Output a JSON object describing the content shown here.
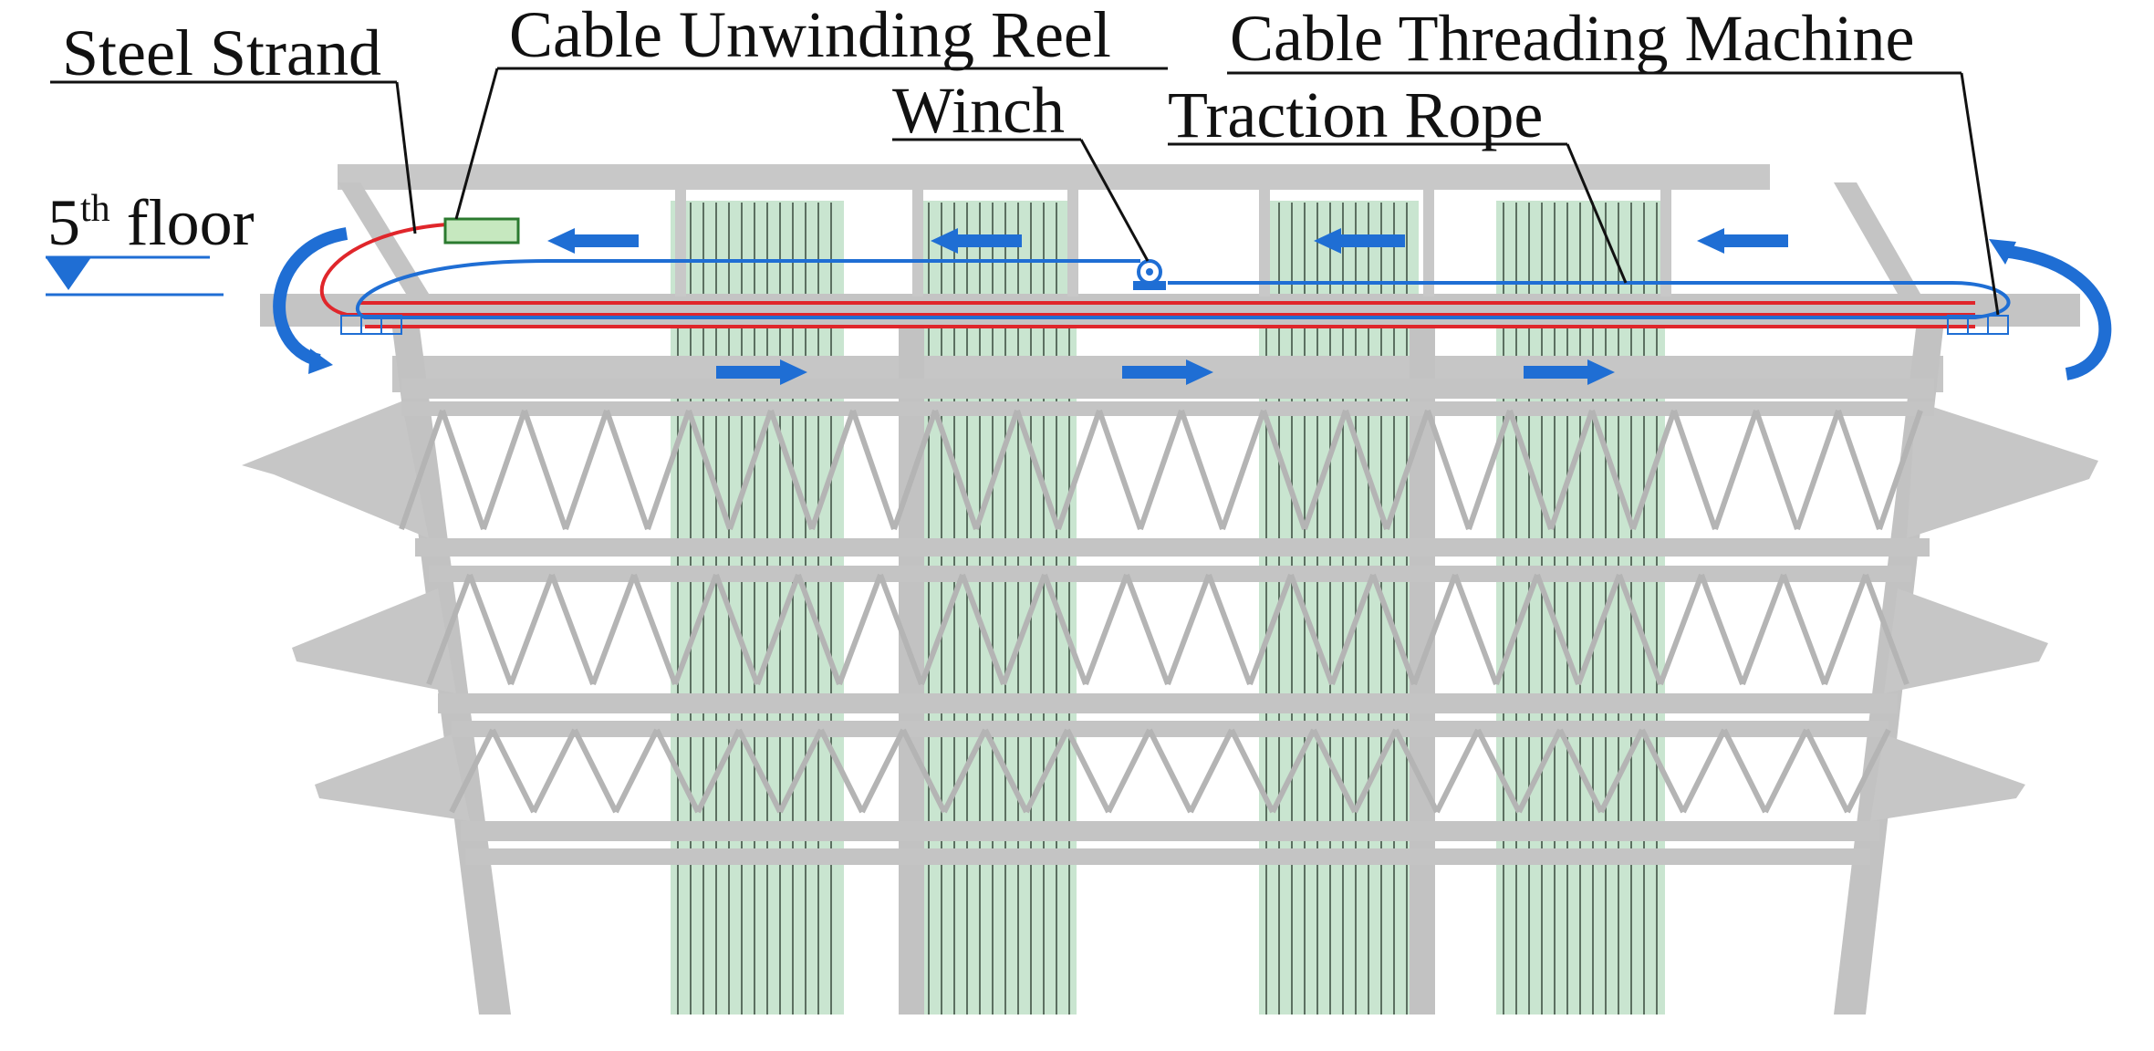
{
  "labels": {
    "steel_strand": "Steel Strand",
    "cable_unwinding_reel": "Cable Unwinding Reel",
    "cable_threading_machine": "Cable Threading Machine",
    "winch": "Winch",
    "traction_rope": "Traction Rope",
    "floor_number": "5",
    "floor_superscript": "th",
    "floor_word": " floor"
  },
  "colors": {
    "steel_strand": "#e0262b",
    "traction_rope": "#1f6ed4",
    "direction_arrow": "#1f6ed4",
    "reel": "#c6e8bf",
    "glass_curtain": "#bfe0c8",
    "steel_structure": "#c8c8c8",
    "level_marker": "#1f6ed4"
  },
  "icons": {
    "level_marker": "triangle-down-icon",
    "winch": "winch-icon",
    "reel": "reel-box-icon",
    "direction_arrow": "arrow-icon",
    "turn_arrow": "curved-arrow-icon"
  }
}
